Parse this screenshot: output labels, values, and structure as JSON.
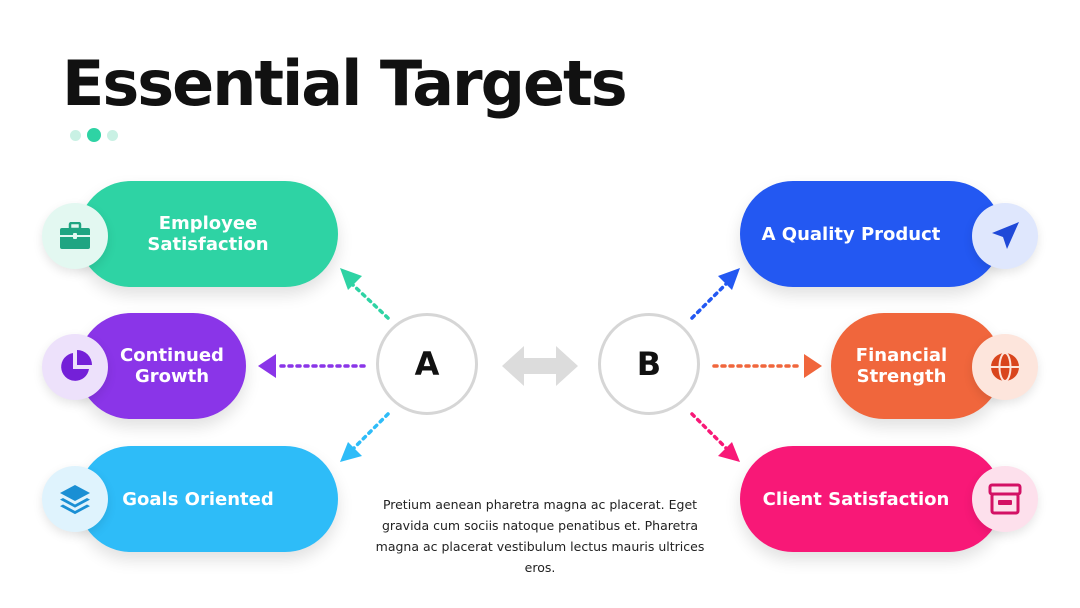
{
  "title": "Essential Targets",
  "left": {
    "node_label": "A",
    "items": [
      {
        "label": "Employee Satisfaction",
        "color": "#2ed3a4",
        "icon": "briefcase-icon"
      },
      {
        "label": "Continued Growth",
        "color": "#8a35e8",
        "icon": "pie-chart-icon"
      },
      {
        "label": "Goals Oriented",
        "color": "#2ebcf8",
        "icon": "layers-icon"
      }
    ]
  },
  "right": {
    "node_label": "B",
    "items": [
      {
        "label": "A Quality Product",
        "color": "#2358f2",
        "icon": "paper-plane-icon"
      },
      {
        "label": "Financial Strength",
        "color": "#f0663c",
        "icon": "globe-icon"
      },
      {
        "label": "Client Satisfaction",
        "color": "#f81877",
        "icon": "store-icon"
      }
    ]
  },
  "description": "Pretium aenean pharetra magna ac placerat. Eget gravida cum sociis natoque penatibus et. Pharetra magna ac placerat vestibulum lectus mauris ultrices eros."
}
